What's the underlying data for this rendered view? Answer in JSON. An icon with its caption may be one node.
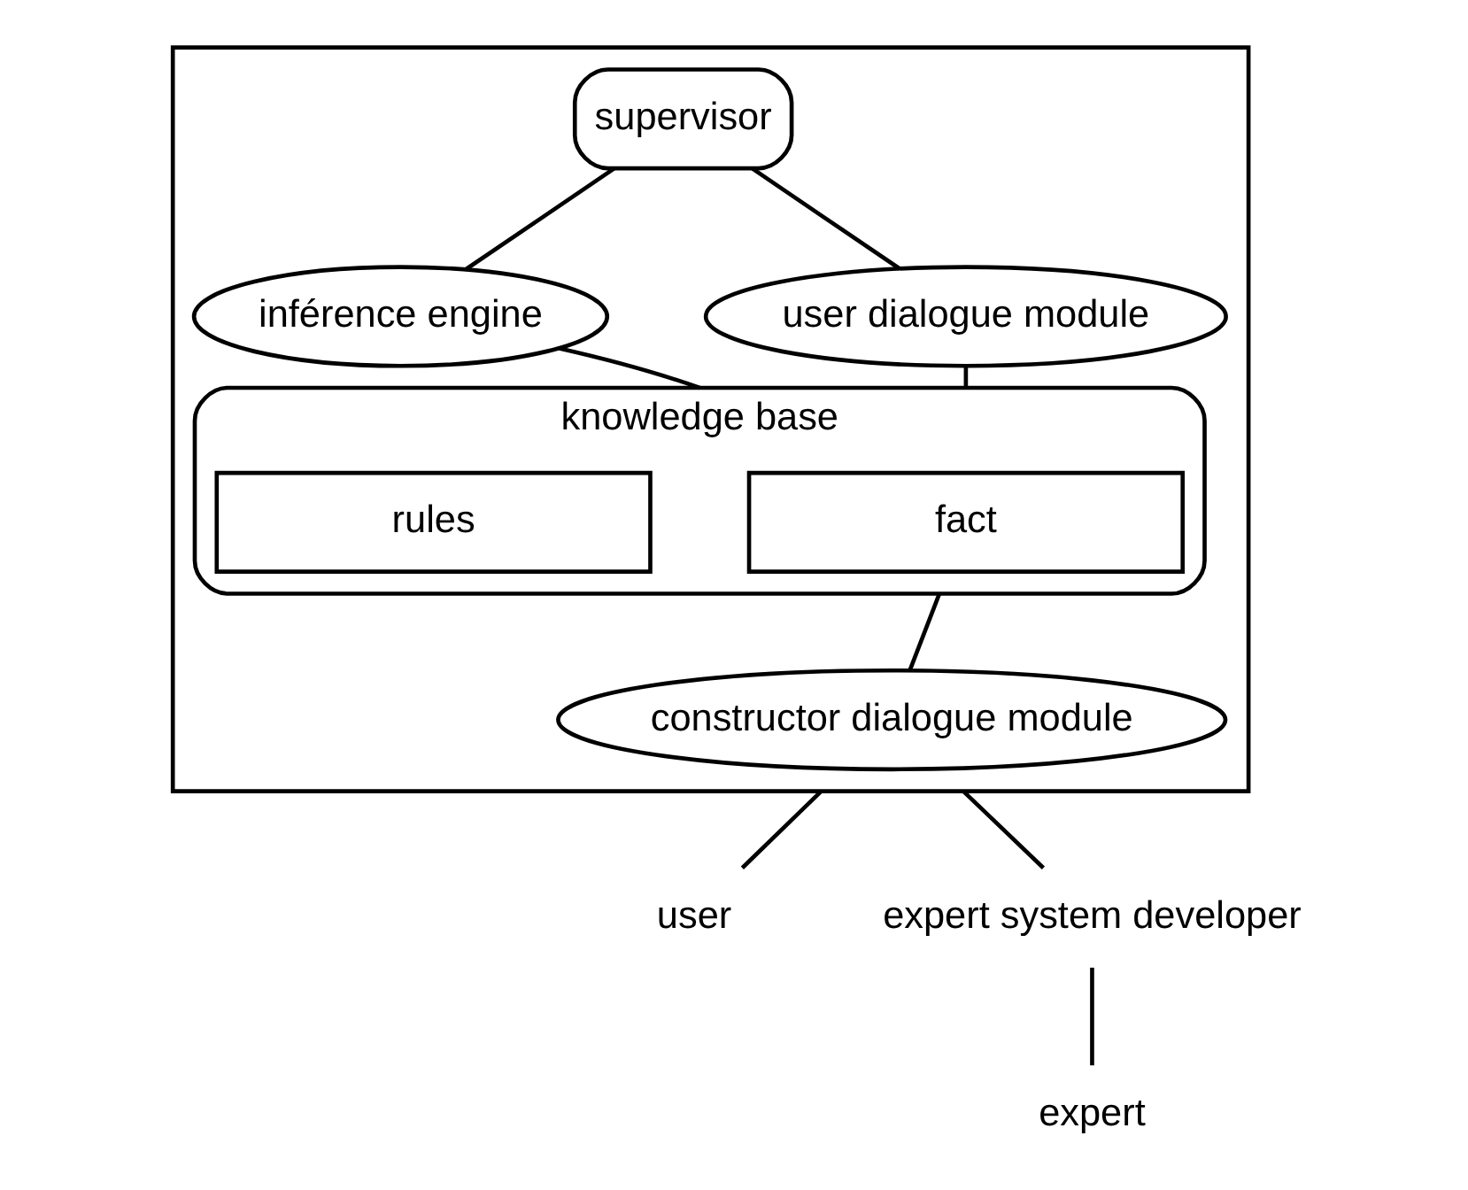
{
  "diagram": {
    "nodes": [
      {
        "text": [],
        "shape": "box"
      },
      {
        "text": [
          "supervisor"
        ],
        "in": 0
      },
      {
        "text": [
          "inférence engine"
        ],
        "in": 0
      },
      {
        "text": [
          "user dialogue module"
        ],
        "in": 0
      },
      {
        "text": [
          "knowledge base"
        ],
        "in": 0
      },
      {
        "text": [
          "fact"
        ],
        "in": 4
      },
      {
        "text": [
          "rules"
        ],
        "in": 4
      },
      {
        "text": [
          "constructor dialogue module"
        ],
        "in": 0
      },
      {
        "text": [
          "user"
        ]
      },
      {
        "text": [
          "expert system developer"
        ]
      },
      {
        "text": [
          "expert"
        ]
      }
    ],
    "edges": [
      {
        "from": 1,
        "to": 2,
        "arrow": "none"
      },
      {
        "from": 1,
        "to": 3,
        "arrow": "none"
      },
      {
        "from": 2,
        "to": 4,
        "arrow": "none"
      },
      {
        "from": 3,
        "to": 4,
        "arrow": "none"
      },
      {
        "from": 4,
        "to": 7,
        "arrow": "none"
      },
      {
        "from": 0,
        "to": 8,
        "arrow": "none"
      },
      {
        "from": 0,
        "to": 9,
        "arrow": "none"
      },
      {
        "from": 9,
        "to": 10,
        "arrow": "none"
      }
    ]
  }
}
